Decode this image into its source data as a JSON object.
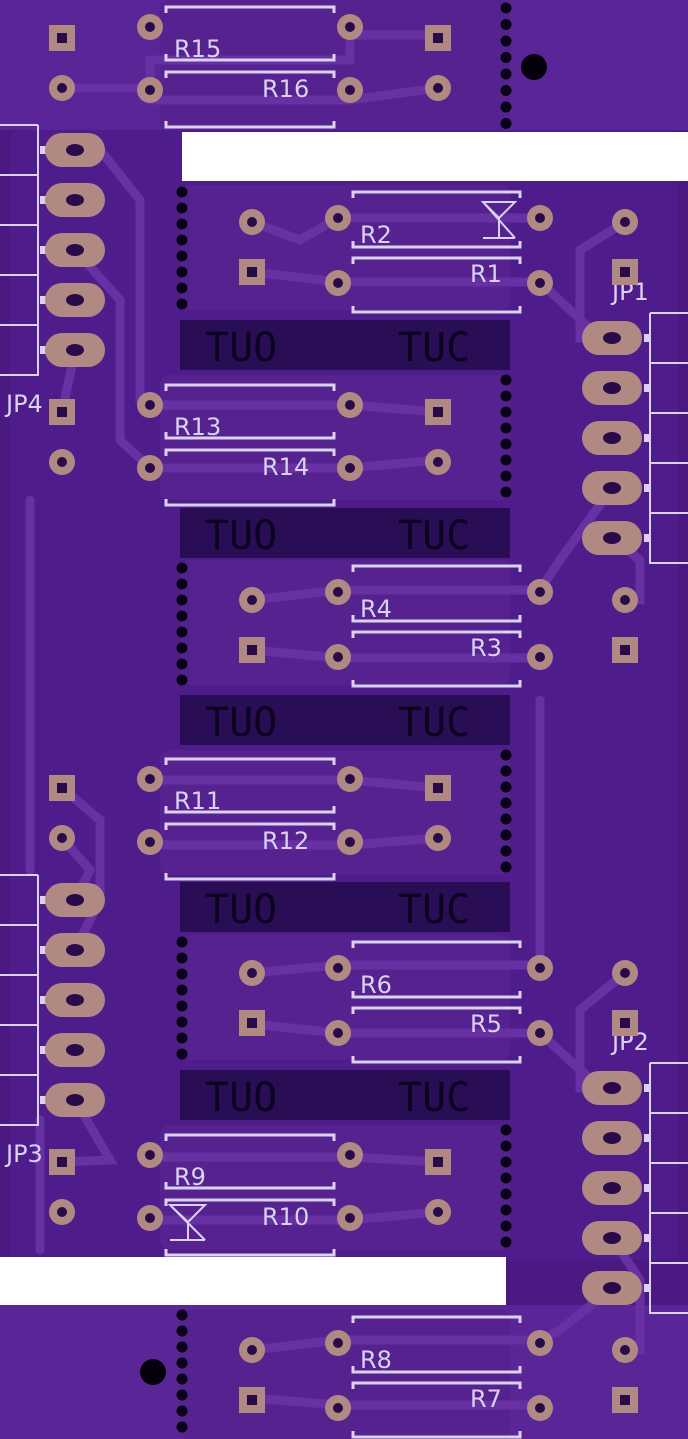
{
  "board": {
    "substrate_color": "#4a1a82",
    "copper_color": "#5a2596",
    "trace_color": "#6730a3",
    "pad_color": "#b08a82",
    "hole_color": "#2a0b4a",
    "silk_color": "#d9d2f0",
    "cutout_color": "#ffffff",
    "separator_color": "#2a0e55",
    "via_color": "#0a0318",
    "fiducial_color": "#05010c"
  },
  "headers": [
    {
      "label": "JP1"
    },
    {
      "label": "JP2"
    },
    {
      "label": "JP3"
    },
    {
      "label": "JP4"
    }
  ],
  "resistors": [
    {
      "label": "R1"
    },
    {
      "label": "R2"
    },
    {
      "label": "R3"
    },
    {
      "label": "R4"
    },
    {
      "label": "R5"
    },
    {
      "label": "R6"
    },
    {
      "label": "R7"
    },
    {
      "label": "R8"
    },
    {
      "label": "R9"
    },
    {
      "label": "R10"
    },
    {
      "label": "R11"
    },
    {
      "label": "R12"
    },
    {
      "label": "R13"
    },
    {
      "label": "R14"
    },
    {
      "label": "R15"
    },
    {
      "label": "R16"
    }
  ],
  "cut_strip": {
    "left_text": "TUO",
    "right_text": "TUC"
  }
}
